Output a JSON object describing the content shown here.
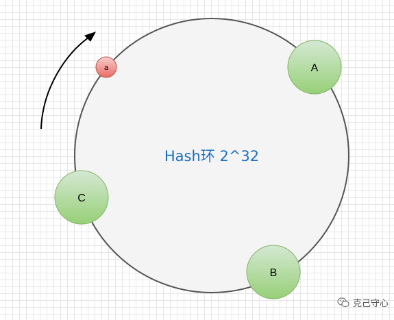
{
  "ring": {
    "label": "Hash环 2^32",
    "fill": "#f4f4f4",
    "stroke": "#555555",
    "label_color": "#1a6fc1"
  },
  "nodes": [
    {
      "id": "A",
      "label": "A"
    },
    {
      "id": "B",
      "label": "B"
    },
    {
      "id": "C",
      "label": "C"
    }
  ],
  "key": {
    "label": "a",
    "fill": "#ea6b66"
  },
  "node_fill": "#97d077",
  "arrow": {
    "icon": "curved-arrow-icon"
  },
  "watermark": {
    "text": "克己守心",
    "icon": "wechat-icon"
  }
}
